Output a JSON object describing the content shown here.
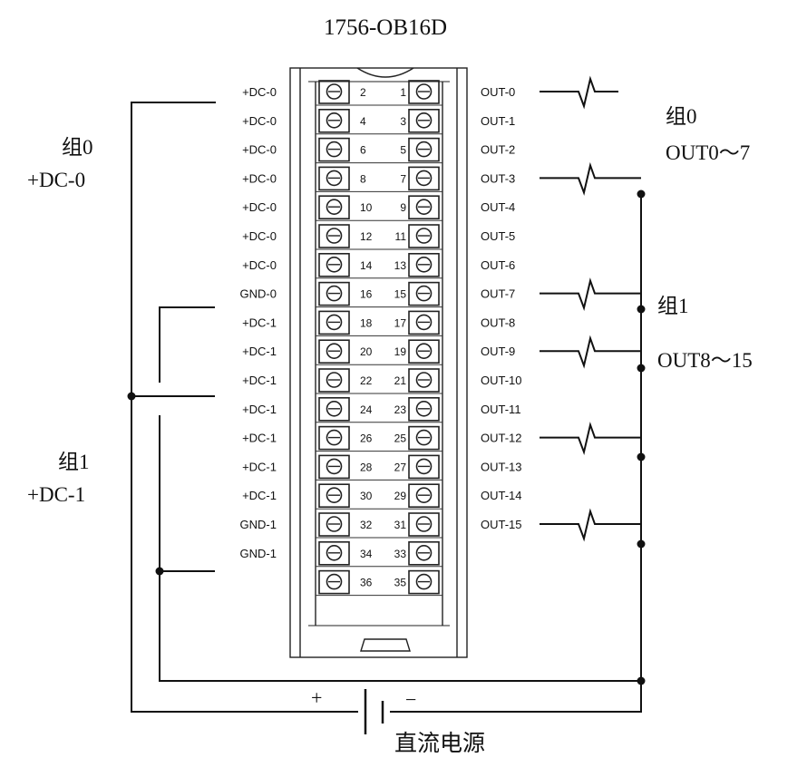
{
  "title": "1756-OB16D",
  "power_label": "直流电源",
  "plus_label": "+",
  "minus_label": "−",
  "groups": {
    "left_g0": {
      "name": "组0",
      "supply": "+DC-0"
    },
    "left_g1": {
      "name": "组1",
      "supply": "+DC-1"
    },
    "right_g0": {
      "name": "组0",
      "outputs": "OUT0～7"
    },
    "right_g1": {
      "name": "组1",
      "outputs": "OUT8～15"
    }
  },
  "terminals": [
    {
      "left_label": "+DC-0",
      "left_num": "2",
      "right_num": "1",
      "right_label": "OUT-0"
    },
    {
      "left_label": "+DC-0",
      "left_num": "4",
      "right_num": "3",
      "right_label": "OUT-1"
    },
    {
      "left_label": "+DC-0",
      "left_num": "6",
      "right_num": "5",
      "right_label": "OUT-2"
    },
    {
      "left_label": "+DC-0",
      "left_num": "8",
      "right_num": "7",
      "right_label": "OUT-3"
    },
    {
      "left_label": "+DC-0",
      "left_num": "10",
      "right_num": "9",
      "right_label": "OUT-4"
    },
    {
      "left_label": "+DC-0",
      "left_num": "12",
      "right_num": "11",
      "right_label": "OUT-5"
    },
    {
      "left_label": "+DC-0",
      "left_num": "14",
      "right_num": "13",
      "right_label": "OUT-6"
    },
    {
      "left_label": "GND-0",
      "left_num": "16",
      "right_num": "15",
      "right_label": "OUT-7"
    },
    {
      "left_label": "+DC-1",
      "left_num": "18",
      "right_num": "17",
      "right_label": "OUT-8"
    },
    {
      "left_label": "+DC-1",
      "left_num": "20",
      "right_num": "19",
      "right_label": "OUT-9"
    },
    {
      "left_label": "+DC-1",
      "left_num": "22",
      "right_num": "21",
      "right_label": "OUT-10"
    },
    {
      "left_label": "+DC-1",
      "left_num": "24",
      "right_num": "23",
      "right_label": "OUT-11"
    },
    {
      "left_label": "+DC-1",
      "left_num": "26",
      "right_num": "25",
      "right_label": "OUT-12"
    },
    {
      "left_label": "+DC-1",
      "left_num": "28",
      "right_num": "27",
      "right_label": "OUT-13"
    },
    {
      "left_label": "+DC-1",
      "left_num": "30",
      "right_num": "29",
      "right_label": "OUT-14"
    },
    {
      "left_label": "GND-1",
      "left_num": "32",
      "right_num": "31",
      "right_label": "OUT-15"
    },
    {
      "left_label": "GND-1",
      "left_num": "34",
      "right_num": "33",
      "right_label": ""
    },
    {
      "left_label": "",
      "left_num": "36",
      "right_num": "35",
      "right_label": ""
    }
  ]
}
